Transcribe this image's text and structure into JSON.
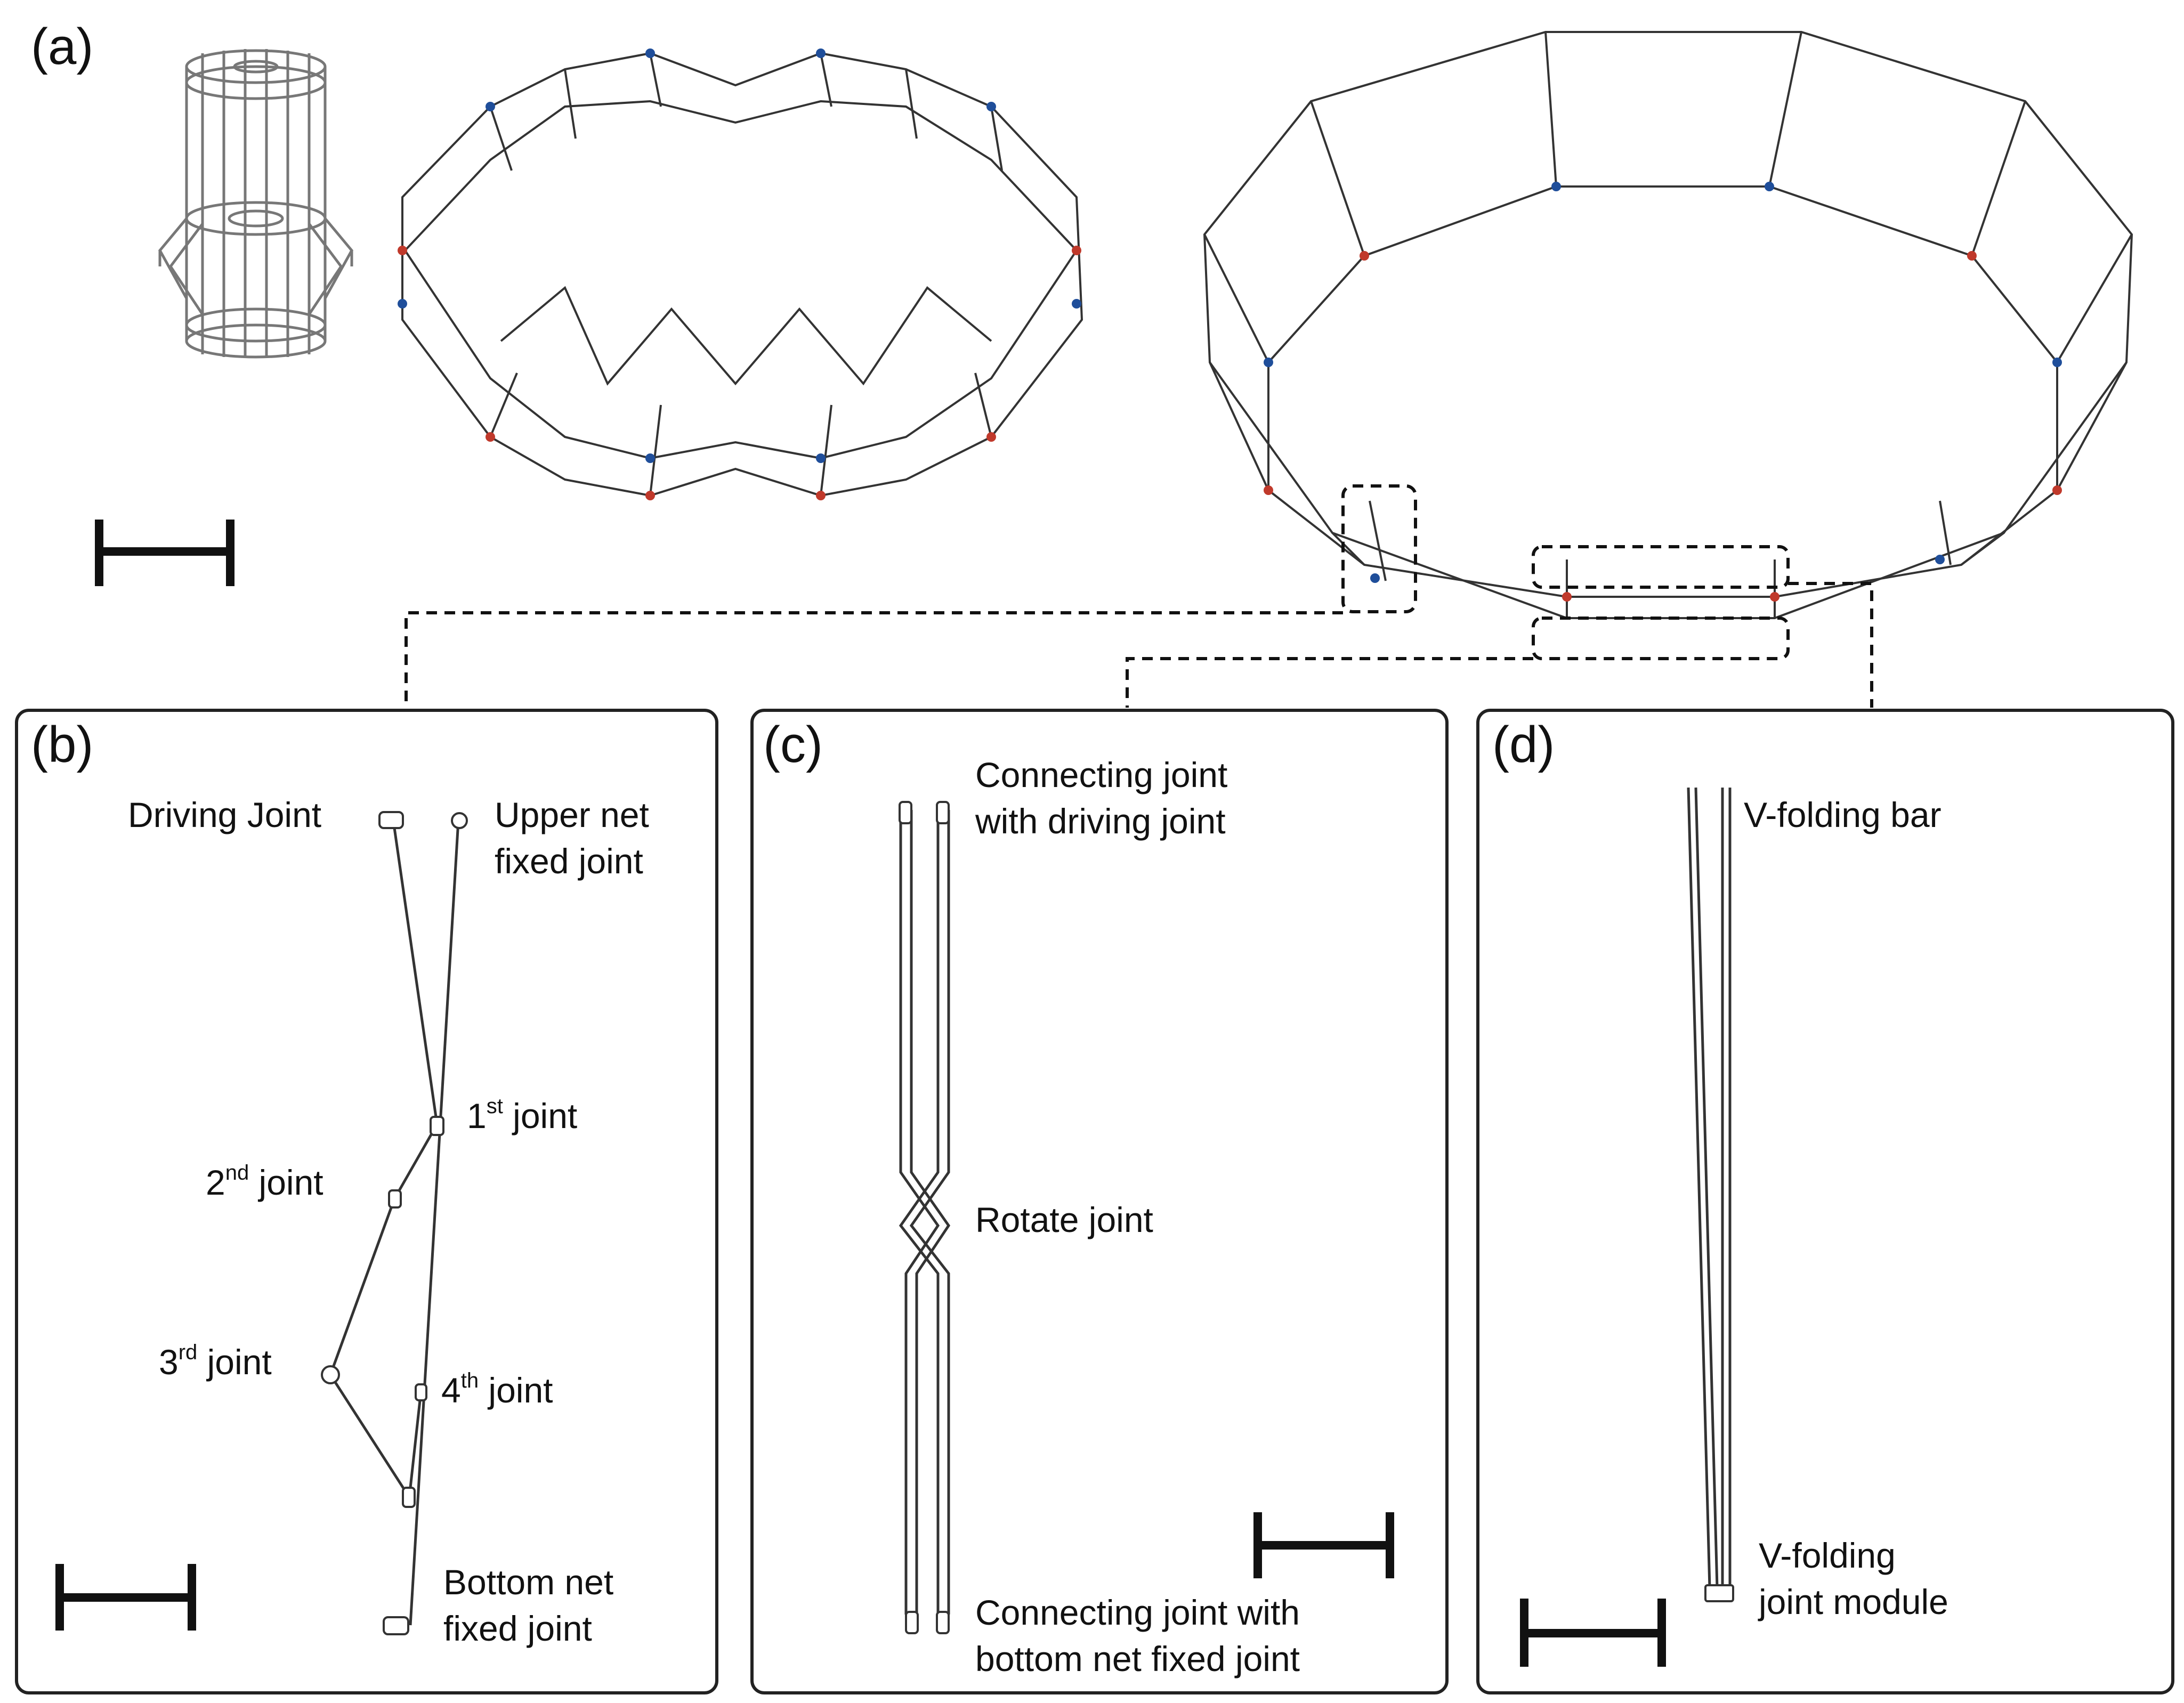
{
  "panels": {
    "a": {
      "label": "(a)"
    },
    "b": {
      "label": "(b)",
      "driving_joint": "Driving  Joint",
      "upper_net_1": "Upper net",
      "upper_net_2": "fixed joint",
      "j1_num": "1",
      "j1_sup": "st",
      "j1_text": " joint",
      "j2_num": "2",
      "j2_sup": "nd",
      "j2_text": " joint",
      "j3_num": "3",
      "j3_sup": "rd",
      "j3_text": " joint",
      "j4_num": "4",
      "j4_sup": "th",
      "j4_text": " joint",
      "bottom_net_1": "Bottom net",
      "bottom_net_2": "fixed joint"
    },
    "c": {
      "label": "(c)",
      "connect_driving_1": "Connecting joint",
      "connect_driving_2": "with driving joint",
      "rotate_joint": "Rotate joint",
      "connect_bottom_1": "Connecting joint with",
      "connect_bottom_2": "bottom net fixed joint"
    },
    "d": {
      "label": "(d)",
      "v_folding_bar": "V-folding bar",
      "v_module_1": "V-folding",
      "v_module_2": "joint module"
    }
  },
  "colors": {
    "line": "#222222",
    "blue_joint": "#1f4e9a",
    "red_joint": "#c0392b",
    "gray_model": "#777777"
  },
  "icons": [
    "scale-bar",
    "folded-truss-model",
    "ring-truss-model"
  ]
}
